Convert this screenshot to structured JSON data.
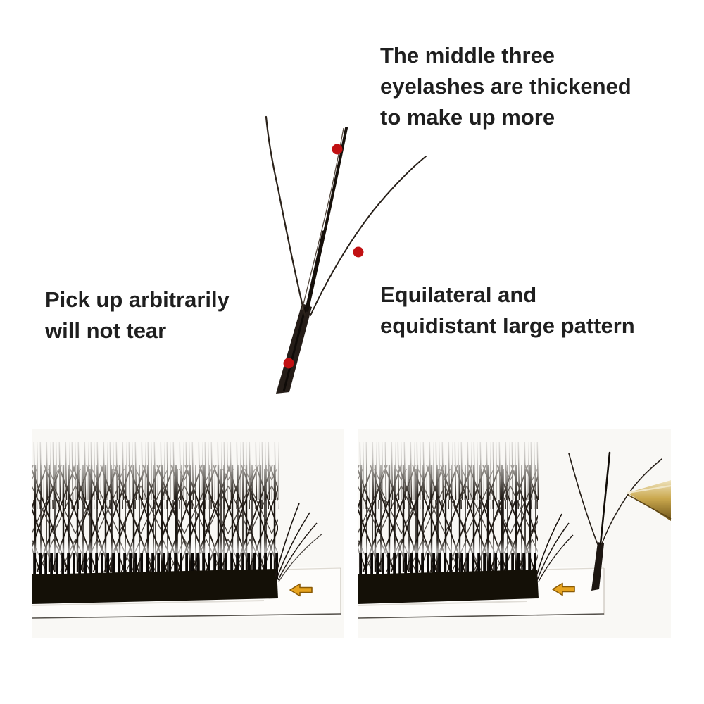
{
  "labels": {
    "thickened": {
      "lines": [
        "The middle three",
        "eyelashes are thickened",
        "to make up more"
      ]
    },
    "pickup": {
      "lines": [
        "Pick up arbitrarily",
        "will not tear"
      ]
    },
    "pattern": {
      "lines": [
        "Equilateral and",
        "equidistant large pattern"
      ]
    }
  },
  "colors": {
    "text": "#1f1f1f",
    "marker": "#c11012",
    "arrow": "#e7a41f",
    "arrow_outline": "#8a5a05",
    "lash": "#16100b",
    "strip": "#141007",
    "photo_bg": "#f9f8f5",
    "tweezers_gold": "#caa84e"
  },
  "icons": {
    "marker": "red-dot-marker",
    "arrow": "left-arrow-icon"
  }
}
